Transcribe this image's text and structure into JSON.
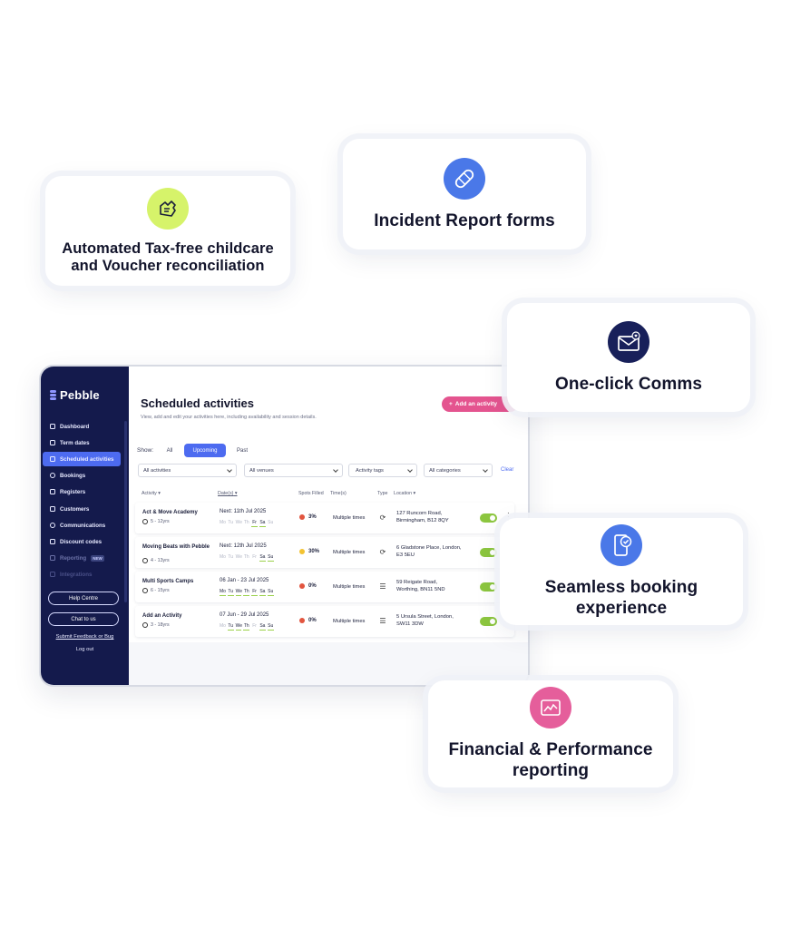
{
  "cards": {
    "tax": {
      "title_line1": "Automated Tax-free childcare",
      "title_line2": "and Voucher reconciliation",
      "icon": "hand-coins-icon",
      "color": "#d6f36a"
    },
    "incident": {
      "title": "Incident Report forms",
      "icon": "bandage-icon",
      "color": "#4a78e8"
    },
    "comms": {
      "title": "One-click Comms",
      "icon": "envelope-heart-icon",
      "color": "#18205a"
    },
    "booking": {
      "title_line1": "Seamless booking",
      "title_line2": "experience",
      "icon": "phone-check-icon",
      "color": "#4a78e8"
    },
    "finance": {
      "title_line1": "Financial & Performance",
      "title_line2": "reporting",
      "icon": "chart-icon",
      "color": "#e55e9b"
    }
  },
  "app": {
    "brand": "Pebble",
    "nav": [
      {
        "label": "Dashboard",
        "active": false
      },
      {
        "label": "Term dates",
        "active": false
      },
      {
        "label": "Scheduled activities",
        "active": true
      },
      {
        "label": "Bookings",
        "active": false
      },
      {
        "label": "Registers",
        "active": false
      },
      {
        "label": "Customers",
        "active": false
      },
      {
        "label": "Communications",
        "active": false
      },
      {
        "label": "Discount codes",
        "active": false
      },
      {
        "label": "Reporting",
        "active": false,
        "badge": "NEW"
      },
      {
        "label": "Integrations",
        "active": false
      }
    ],
    "help_button": "Help Centre",
    "chat_button": "Chat to us",
    "feedback_link": "Submit Feedback or Bug",
    "logout": "Log out",
    "page_title": "Scheduled activities",
    "page_subtitle": "View, add and edit your activities here, including availability and session details.",
    "add_button": "Add an activity",
    "show_label": "Show:",
    "show_options": [
      "All",
      "Upcoming",
      "Past"
    ],
    "show_selected": "Upcoming",
    "filters": [
      "All activities",
      "All venues",
      "Activity tags",
      "All categories"
    ],
    "clear": "Clear",
    "columns": [
      "Activity",
      "Date(s)",
      "Spots Filled",
      "Time(s)",
      "Type",
      "Location"
    ],
    "weekdays": [
      "Mo",
      "Tu",
      "We",
      "Th",
      "Fr",
      "Sa",
      "Su"
    ],
    "rows": [
      {
        "name": "Act & Move Academy",
        "ages": "5 - 12yrs",
        "dates": "Next: 11th Jul 2025",
        "days_on": [
          false,
          false,
          false,
          false,
          true,
          true,
          false
        ],
        "spots": "3%",
        "spots_color": "#e2553f",
        "times": "Multiple times",
        "type": "repeat",
        "location": [
          "127 Runcorn Road,",
          "Birmingham, B12 8QY"
        ]
      },
      {
        "name": "Moving Beats with Pebble",
        "ages": "4 - 13yrs",
        "dates": "Next: 12th Jul 2025",
        "days_on": [
          false,
          false,
          false,
          false,
          false,
          true,
          true
        ],
        "spots": "30%",
        "spots_color": "#f3c332",
        "times": "Multiple times",
        "type": "repeat",
        "location": [
          "6 Gladstone Place, London,",
          "E3 5EU"
        ]
      },
      {
        "name": "Multi Sports Camps",
        "ages": "6 - 15yrs",
        "dates": "06 Jan - 23 Jul 2025",
        "days_on": [
          true,
          true,
          true,
          true,
          true,
          true,
          true
        ],
        "spots": "0%",
        "spots_color": "#e2553f",
        "times": "Multiple times",
        "type": "list",
        "location": [
          "59 Reigate Road,",
          "Worthing, BN11 5ND"
        ]
      },
      {
        "name": "Add an Activity",
        "ages": "3 - 18yrs",
        "dates": "07 Jun - 29 Jul 2025",
        "days_on": [
          false,
          true,
          true,
          true,
          false,
          true,
          true
        ],
        "spots": "0%",
        "spots_color": "#e2553f",
        "times": "Multiple times",
        "type": "list",
        "location": [
          "5 Ursula Street, London,",
          "SW11 3DW"
        ]
      }
    ]
  }
}
